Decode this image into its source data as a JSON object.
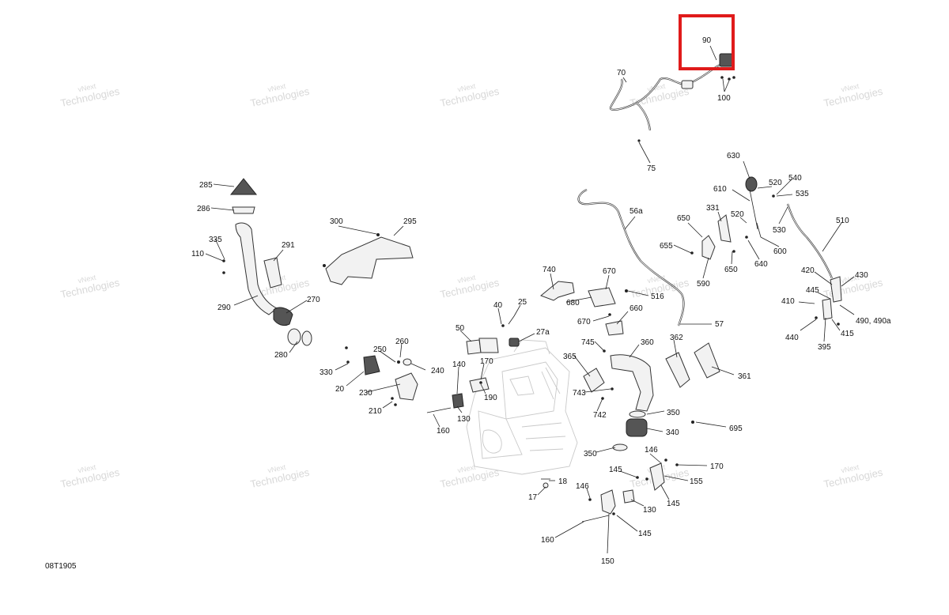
{
  "watermark": {
    "line1": "vNext",
    "line2": "Technologies"
  },
  "drawing_code": "08T1905",
  "highlight_color": "#e01b1b",
  "callouts": {
    "c90": "90",
    "c100": "100",
    "c70": "70",
    "c75": "75",
    "c630": "630",
    "c520a": "520",
    "c540": "540",
    "c535": "535",
    "c610": "610",
    "c331": "331",
    "c520b": "520",
    "c510": "510",
    "c56a": "56a",
    "c650a": "650",
    "c530": "530",
    "c655": "655",
    "c600": "600",
    "c640": "640",
    "c650b": "650",
    "c590": "590",
    "c285": "285",
    "c286": "286",
    "c300": "300",
    "c295": "295",
    "c335": "335",
    "c291": "291",
    "c110": "110",
    "c290": "290",
    "c270": "270",
    "c280": "280",
    "c740": "740",
    "c670a": "670",
    "c516": "516",
    "c680": "680",
    "c660": "660",
    "c670b": "670",
    "c57": "57",
    "c420": "420",
    "c430": "430",
    "c445": "445",
    "c410": "410",
    "c490": "490, 490a",
    "c440": "440",
    "c415": "415",
    "c395": "395",
    "c40": "40",
    "c25": "25",
    "c27a": "27a",
    "c50": "50",
    "c260": "260",
    "c250": "250",
    "c240": "240",
    "c330": "330",
    "c20": "20",
    "c230": "230",
    "c140": "140",
    "c170a": "170",
    "c190": "190",
    "c210": "210",
    "c130a": "130",
    "c160a": "160",
    "c745": "745",
    "c360": "360",
    "c362": "362",
    "c365": "365",
    "c361": "361",
    "c743": "743",
    "c742": "742",
    "c350a": "350",
    "c340": "340",
    "c695": "695",
    "c350b": "350",
    "c146a": "146",
    "c170b": "170",
    "c145a": "145",
    "c155": "155",
    "c18": "18",
    "c17": "17",
    "c146b": "146",
    "c130b": "130",
    "c145b": "145",
    "c145c": "145",
    "c160b": "160",
    "c150": "150"
  }
}
